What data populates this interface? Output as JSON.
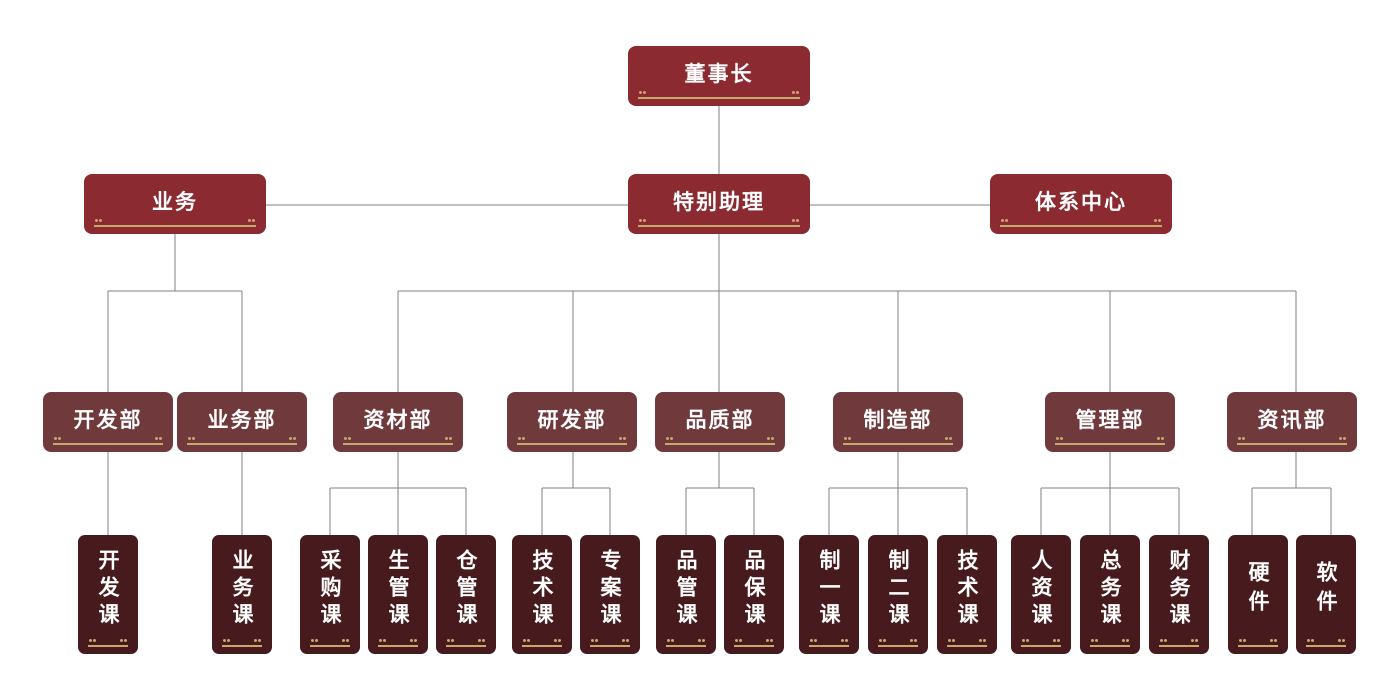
{
  "colors": {
    "top_level": "#8c2a31",
    "department": "#703a3d",
    "section": "#471b1e",
    "gold_decoration": "#c9a66b",
    "connector": "#808080"
  },
  "org": {
    "chairman": "董事长",
    "special_assistant": "特别助理",
    "business": "业务",
    "system_center": "体系中心",
    "departments": {
      "development": "开发部",
      "sales": "业务部",
      "materials": "资材部",
      "rnd": "研发部",
      "quality": "品质部",
      "manufacturing": "制造部",
      "management": "管理部",
      "it": "资讯部"
    },
    "sections": {
      "development": "开发课",
      "sales": "业务课",
      "purchasing": "采购课",
      "production_control": "生管课",
      "warehouse": "仓管课",
      "technology": "技术课",
      "project": "专案课",
      "quality_control": "品管课",
      "quality_assurance": "品保课",
      "manufacturing_one": "制一课",
      "manufacturing_two": "制二课",
      "manufacturing_tech": "技术课",
      "human_resources": "人资课",
      "general_affairs": "总务课",
      "finance": "财务课",
      "hardware": "硬件",
      "software": "软件"
    }
  }
}
